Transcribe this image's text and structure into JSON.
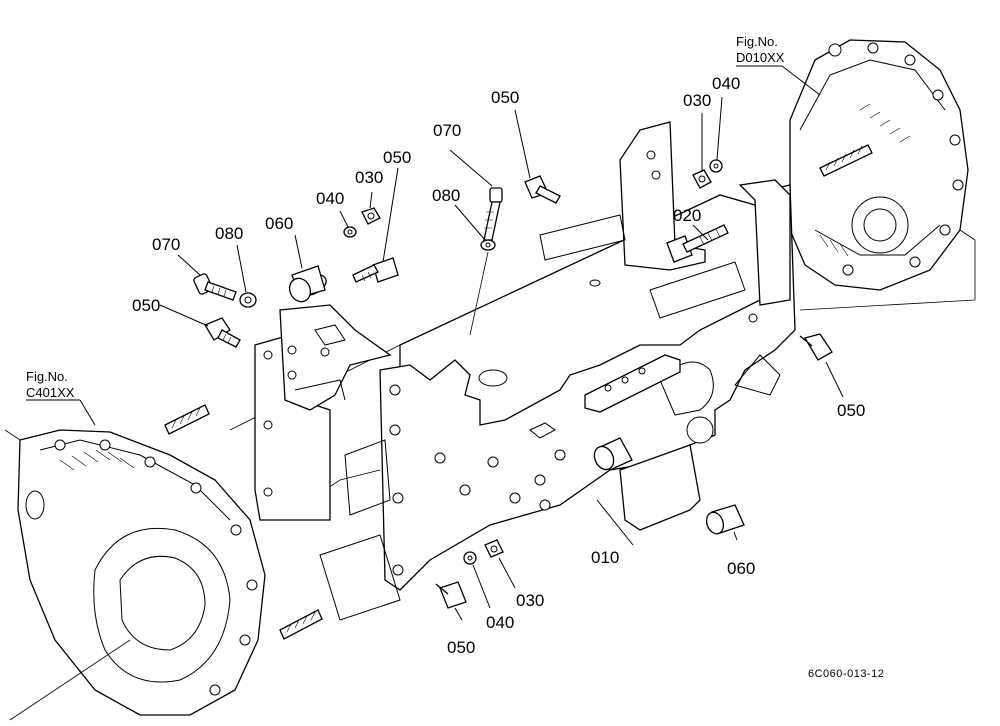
{
  "diagram": {
    "document_number": "6C060-013-12",
    "figure_references": [
      {
        "id": "fig-ref-c401",
        "line1": "Fig.No.",
        "line2": "C401XX"
      },
      {
        "id": "fig-ref-d010",
        "line1": "Fig.No.",
        "line2": "D010XX"
      }
    ],
    "callouts": [
      {
        "id": "callout-010",
        "label": "010"
      },
      {
        "id": "callout-020",
        "label": "020"
      },
      {
        "id": "callout-030-top-right",
        "label": "030"
      },
      {
        "id": "callout-040-top-right",
        "label": "040"
      },
      {
        "id": "callout-050-top",
        "label": "050"
      },
      {
        "id": "callout-070-center",
        "label": "070"
      },
      {
        "id": "callout-080-center",
        "label": "080"
      },
      {
        "id": "callout-050-upper-left",
        "label": "050"
      },
      {
        "id": "callout-030-upper-left",
        "label": "030"
      },
      {
        "id": "callout-040-upper-left",
        "label": "040"
      },
      {
        "id": "callout-060-upper-left",
        "label": "060"
      },
      {
        "id": "callout-080-left",
        "label": "080"
      },
      {
        "id": "callout-070-left",
        "label": "070"
      },
      {
        "id": "callout-050-left",
        "label": "050"
      },
      {
        "id": "callout-050-right",
        "label": "050"
      },
      {
        "id": "callout-060-right",
        "label": "060"
      },
      {
        "id": "callout-030-bottom",
        "label": "030"
      },
      {
        "id": "callout-040-bottom",
        "label": "040"
      },
      {
        "id": "callout-050-bottom",
        "label": "050"
      }
    ]
  }
}
